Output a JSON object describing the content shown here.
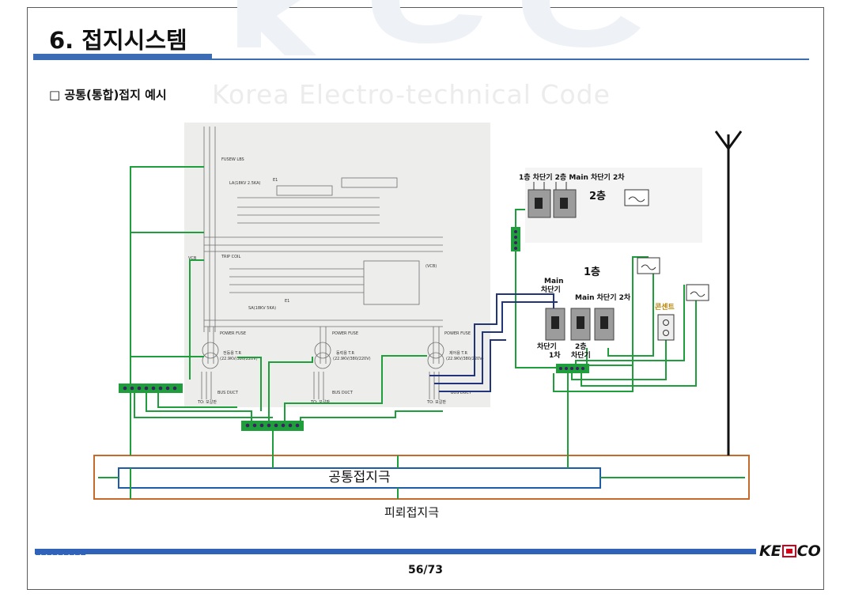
{
  "slide": {
    "title": "6. 접지시스템",
    "subtitle": "□ 공통(통합)접지 예시",
    "watermark": "Korea Electro-technical Code",
    "page": "56/73",
    "logo": {
      "left": "KE",
      "right": "CO"
    },
    "footer_marks": "▪▪▪▪▪▪▪▪▪"
  },
  "diagram": {
    "common_electrode": "공통접지극",
    "lightning_electrode": "피뢰접지극",
    "floor2": {
      "label": "2층",
      "breaker_caption": "1층 차단기 2층 Main 차단기 2차"
    },
    "floor1": {
      "label": "1층",
      "main_breaker": [
        "Main",
        "차단기"
      ],
      "main_breaker_2": "Main 차단기 2차",
      "outlet": "콘센트",
      "lower_left": [
        "차단기",
        "1차"
      ],
      "lower_right": [
        "2층",
        "차단기"
      ]
    },
    "photo_labels": {
      "bus_duct": "BUS DUCT",
      "power_fuse": "POWER FUSE",
      "vcb": "VCB",
      "fuse_lbs": "FUSEW LBS",
      "to_label": "TO: 모갈판",
      "trip_coil": "TRIP COIL",
      "sa": "SA(18KV 5KA)",
      "la": "LA(18KV 2.5KA)",
      "e1": "E1",
      "lv_vcb": "(VCB)",
      "tr1": "전등용 T.R",
      "tr2": "동력용 T.R",
      "tr3": "제어용 T.R",
      "tr_rating": "(22.9KV/380/220V)"
    },
    "colors": {
      "ground_wire": "#1f9e3c",
      "lightning_frame": "#c56a2a",
      "electrode_frame": "#1f5ca8",
      "bus_wire": "#23357a",
      "accent_blue": "#2f62b8"
    }
  }
}
